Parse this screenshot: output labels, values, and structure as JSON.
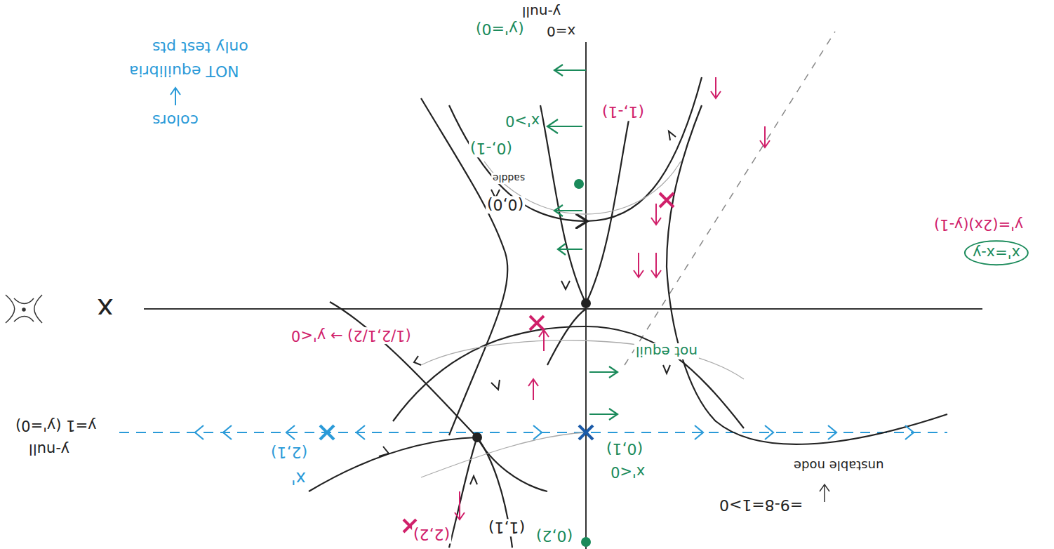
{
  "diagram": {
    "labels": [
      "y-null",
      "x=0",
      "(y'=0)",
      "only test pts",
      "NOT equilibria",
      "colors",
      "x'>0",
      "(0,-1)",
      "(1,-1)",
      "saddle",
      "(0,0)",
      "y'=(2x)(y-1)",
      "x'=x-y",
      "x",
      "(1/2,1/2) → y'<0",
      "not equil",
      "y=1 (y'=0)",
      "y-null",
      "(2,1)",
      "x'",
      "(0,1)",
      "x'<0",
      "unstable node",
      "=9-8=1>0",
      "(2,2)",
      "(1,1)",
      "(0,2)"
    ]
  }
}
